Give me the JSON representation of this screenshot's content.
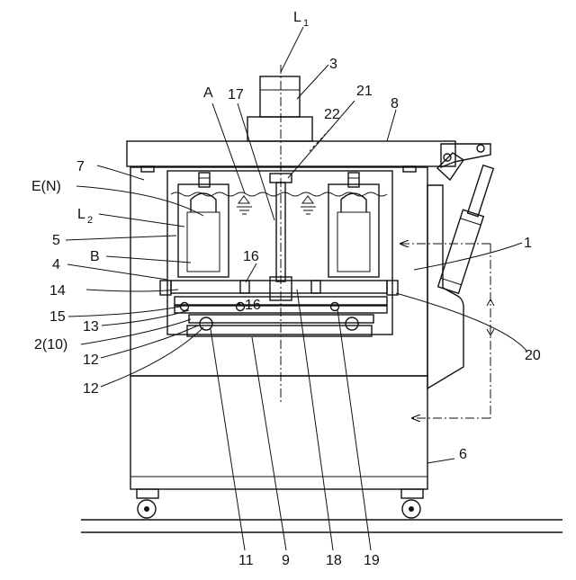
{
  "figure": {
    "labels": {
      "L1": "L",
      "L1_sub": "1",
      "n3": "3",
      "A": "A",
      "n17": "17",
      "n21": "21",
      "n22": "22",
      "n8": "8",
      "n7": "7",
      "EN": "E(N)",
      "L2": "L",
      "L2_sub": "2",
      "n5": "5",
      "B": "B",
      "n1": "1",
      "n4": "4",
      "n16a": "16",
      "n14": "14",
      "n16b": "16",
      "n15": "15",
      "n13": "13",
      "n2_10": "2(10)",
      "n12a": "12",
      "n12b": "12",
      "n20": "20",
      "n6": "6",
      "n11": "11",
      "n9": "9",
      "n18": "18",
      "n19": "19"
    }
  }
}
